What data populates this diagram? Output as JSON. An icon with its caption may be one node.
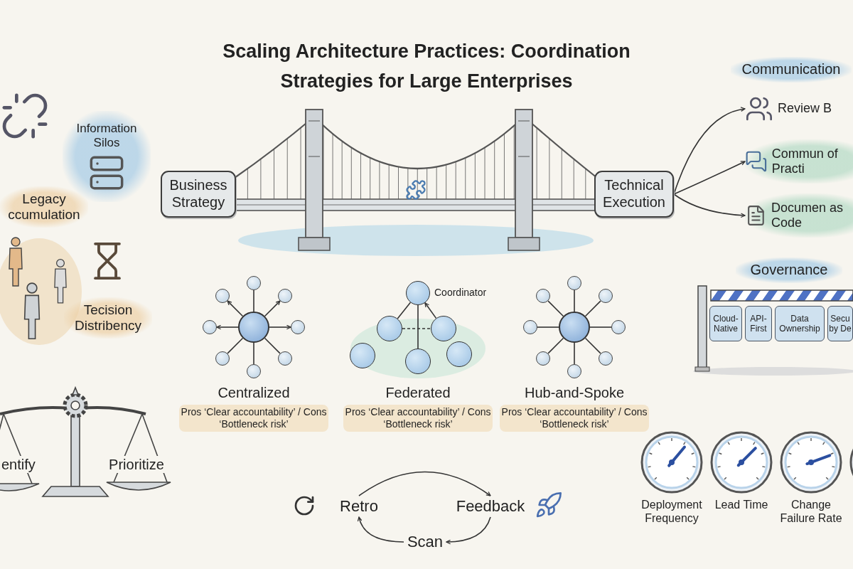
{
  "diagram": {
    "title": "Scaling Architecture Practices: Coordination Strategies for Large Enterprises",
    "nodes": [
      {
        "text": [
          "Information Silos"
        ]
      },
      {
        "text": [
          "Business Strategy"
        ]
      },
      {
        "text": [
          "Technical Execution"
        ]
      },
      {
        "text": [
          "Communication"
        ]
      },
      {
        "text": [
          "Review B"
        ]
      },
      {
        "text": [
          "Commun of Practi"
        ]
      },
      {
        "text": [
          "Documen as Code"
        ]
      },
      {
        "text": [
          "Legacy ccumulation"
        ]
      },
      {
        "text": [
          "Tecision Distribency"
        ]
      },
      {
        "text": [
          "Governance"
        ]
      },
      {
        "text": [
          "Cloud- Native"
        ]
      },
      {
        "text": [
          "API- First"
        ]
      },
      {
        "text": [
          "Data Ownership"
        ]
      },
      {
        "text": [
          "Secu by De"
        ]
      },
      {
        "text": [],
        "shape": "circle"
      },
      {
        "text": [],
        "shape": "circle"
      },
      {
        "text": [],
        "shape": "circle"
      },
      {
        "text": [],
        "shape": "circle"
      },
      {
        "text": [],
        "shape": "circle"
      },
      {
        "text": [],
        "shape": "circle"
      },
      {
        "text": [],
        "shape": "circle"
      },
      {
        "text": [],
        "shape": "circle"
      },
      {
        "text": [],
        "shape": "circle"
      },
      {
        "text": [],
        "shape": "circle",
        "beside": [
          "Coordinator"
        ]
      },
      {
        "text": [],
        "shape": "circle"
      },
      {
        "text": [],
        "shape": "circle"
      },
      {
        "text": [],
        "shape": "circle"
      },
      {
        "text": [],
        "shape": "circle"
      },
      {
        "text": [],
        "shape": "circle"
      },
      {
        "text": [],
        "shape": "circle"
      },
      {
        "text": [],
        "shape": "circle"
      },
      {
        "text": [],
        "shape": "circle"
      },
      {
        "text": [],
        "shape": "circle"
      },
      {
        "text": [],
        "shape": "circle"
      },
      {
        "text": [],
        "shape": "circle"
      },
      {
        "text": [],
        "shape": "circle"
      },
      {
        "text": [],
        "shape": "circle"
      },
      {
        "text": [],
        "shape": "circle"
      },
      {
        "text": [
          "Retro"
        ]
      },
      {
        "text": [
          "Feedback"
        ]
      },
      {
        "text": [
          "Scan"
        ]
      }
    ],
    "edges": [
      {
        "from": 2,
        "to": 4,
        "arrow": "to"
      },
      {
        "from": 2,
        "to": 5,
        "arrow": "to"
      },
      {
        "from": 2,
        "to": 6,
        "arrow": "to"
      },
      {
        "from": 14,
        "to": 15,
        "arrow": "none"
      },
      {
        "from": 14,
        "to": 16,
        "arrow": "to"
      },
      {
        "from": 14,
        "to": 17,
        "arrow": "to"
      },
      {
        "from": 14,
        "to": 18,
        "arrow": "to"
      },
      {
        "from": 14,
        "to": 19,
        "arrow": "to"
      },
      {
        "from": 14,
        "to": 20,
        "arrow": "none"
      },
      {
        "from": 14,
        "to": 21,
        "arrow": "none"
      },
      {
        "from": 14,
        "to": 22,
        "arrow": "none"
      },
      {
        "from": 23,
        "to": 24,
        "arrow": "none"
      },
      {
        "from": 25,
        "to": 23,
        "arrow": "to"
      },
      {
        "from": 23,
        "to": 27,
        "arrow": "none"
      },
      {
        "from": 24,
        "to": 25,
        "arrow": "none",
        "style": "dashed"
      },
      {
        "from": 29,
        "to": 30,
        "arrow": "none"
      },
      {
        "from": 29,
        "to": 31,
        "arrow": "none"
      },
      {
        "from": 29,
        "to": 32,
        "arrow": "none"
      },
      {
        "from": 29,
        "to": 33,
        "arrow": "none"
      },
      {
        "from": 29,
        "to": 34,
        "arrow": "none"
      },
      {
        "from": 29,
        "to": 35,
        "arrow": "none"
      },
      {
        "from": 29,
        "to": 36,
        "arrow": "none"
      },
      {
        "from": 29,
        "to": 37,
        "arrow": "none"
      },
      {
        "from": 38,
        "to": 39,
        "arrow": "to"
      },
      {
        "from": 39,
        "to": 40,
        "arrow": "to"
      },
      {
        "from": 40,
        "to": 38,
        "arrow": "to"
      }
    ],
    "labels": [
      "Centralized",
      "Federated",
      "Hub-and-Spoke",
      "Pros ‘Clear accountability’ / Cons ‘Bottleneck risk’",
      "Pros ‘Clear accountability’ / Cons ‘Bottleneck risk’",
      "Pros ‘Clear accountability’ / Cons ‘Bottleneck risk’",
      "entify",
      "Prioritize",
      "Deployment Frequency",
      "Lead Time",
      "Change Failure Rate"
    ]
  }
}
